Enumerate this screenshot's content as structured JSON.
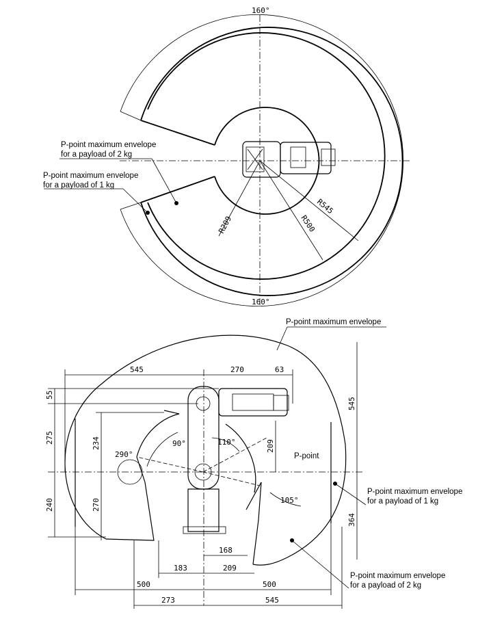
{
  "top_view": {
    "angle_top": "160°",
    "angle_bottom": "160°",
    "label_2kg_line1": "P-point maximum envelope",
    "label_2kg_line2": "for a payload of 2 kg",
    "label_1kg_line1": "P-point maximum envelope",
    "label_1kg_line2": "for a payload of 1 kg",
    "r209": "R209",
    "r500": "R500",
    "r545": "R545"
  },
  "side_view": {
    "max_envelope_label": "P-point maximum envelope",
    "label_1kg_line1": "P-point maximum envelope",
    "label_1kg_line2": "for a payload of 1 kg",
    "label_2kg_line1": "P-point maximum envelope",
    "label_2kg_line2": "for a payload of 2 kg",
    "p_point": "P-point",
    "angle_290": "290°",
    "angle_90": "90°",
    "angle_110": "110°",
    "angle_105": "105°",
    "dim_545_top": "545",
    "dim_270_top": "270",
    "dim_63": "63",
    "dim_55": "55",
    "dim_275": "275",
    "dim_234": "234",
    "dim_209_v": "209",
    "dim_240": "240",
    "dim_270_v": "270",
    "dim_545_right": "545",
    "dim_364": "364",
    "dim_168": "168",
    "dim_183": "183",
    "dim_209_h": "209",
    "dim_500_left": "500",
    "dim_500_right": "500",
    "dim_273": "273",
    "dim_545_bottom": "545"
  }
}
